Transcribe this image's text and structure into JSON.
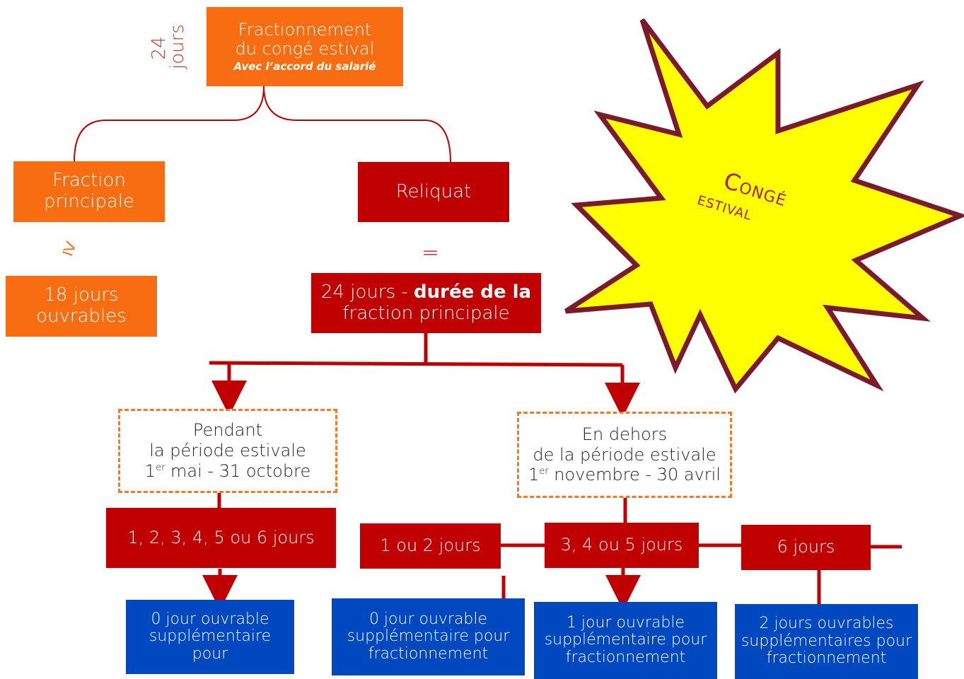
{
  "top": {
    "side_label_line1": "24",
    "side_label_line2": "jours",
    "title_line1": "Fractionnement",
    "title_line2": "du congé estival",
    "subtitle": "Avec l’accord du salarié"
  },
  "left_branch": {
    "fraction_line1": "Fraction",
    "fraction_line2": "principale",
    "symbol": "≥",
    "minimum_line1": "18 jours",
    "minimum_line2": "ouvrables"
  },
  "right_branch": {
    "reliquat": "Reliquat",
    "symbol": "=",
    "duration_prefix": "24 jours - ",
    "duration_bold": "durée de la",
    "duration_line2": "fraction principale"
  },
  "starburst": {
    "line1": "Congé",
    "line2": "estival",
    "fill_color": "#ffff00",
    "stroke_color": "#7b1a2a"
  },
  "periods": {
    "during": {
      "line1": "Pendant",
      "line2": "la période estivale",
      "date_start_num": "1",
      "date_start_sup": "er",
      "date_rest": " mai - 31 octobre"
    },
    "outside": {
      "line1": "En dehors",
      "line2": "de la période estivale",
      "date_start_num": "1",
      "date_start_sup": "er",
      "date_rest": " novembre - 30 avril"
    }
  },
  "durations": {
    "during_days": "1, 2, 3, 4, 5 ou 6 jours",
    "outside_a": "1 ou 2 jours",
    "outside_b": "3, 4 ou 5 jours",
    "outside_c": "6 jours"
  },
  "results": {
    "r1_line1": "0 jour ouvrable",
    "r1_line2": "supplémentaire",
    "r1_line3": "pour",
    "r2_line1": "0 jour ouvrable",
    "r2_line2": "supplémentaire pour",
    "r2_line3": "fractionnement",
    "r3_line1": "1 jour ouvrable",
    "r3_line2": "supplémentaire pour",
    "r3_line3": "fractionnement",
    "r4_line1": "2 jours ouvrables",
    "r4_line2": "supplémentaires pour",
    "r4_line3": "fractionnement"
  },
  "colors": {
    "orange": "#f86d12",
    "red": "#c00000",
    "blue": "#0048c0",
    "dashed_border": "#f07a2a"
  }
}
